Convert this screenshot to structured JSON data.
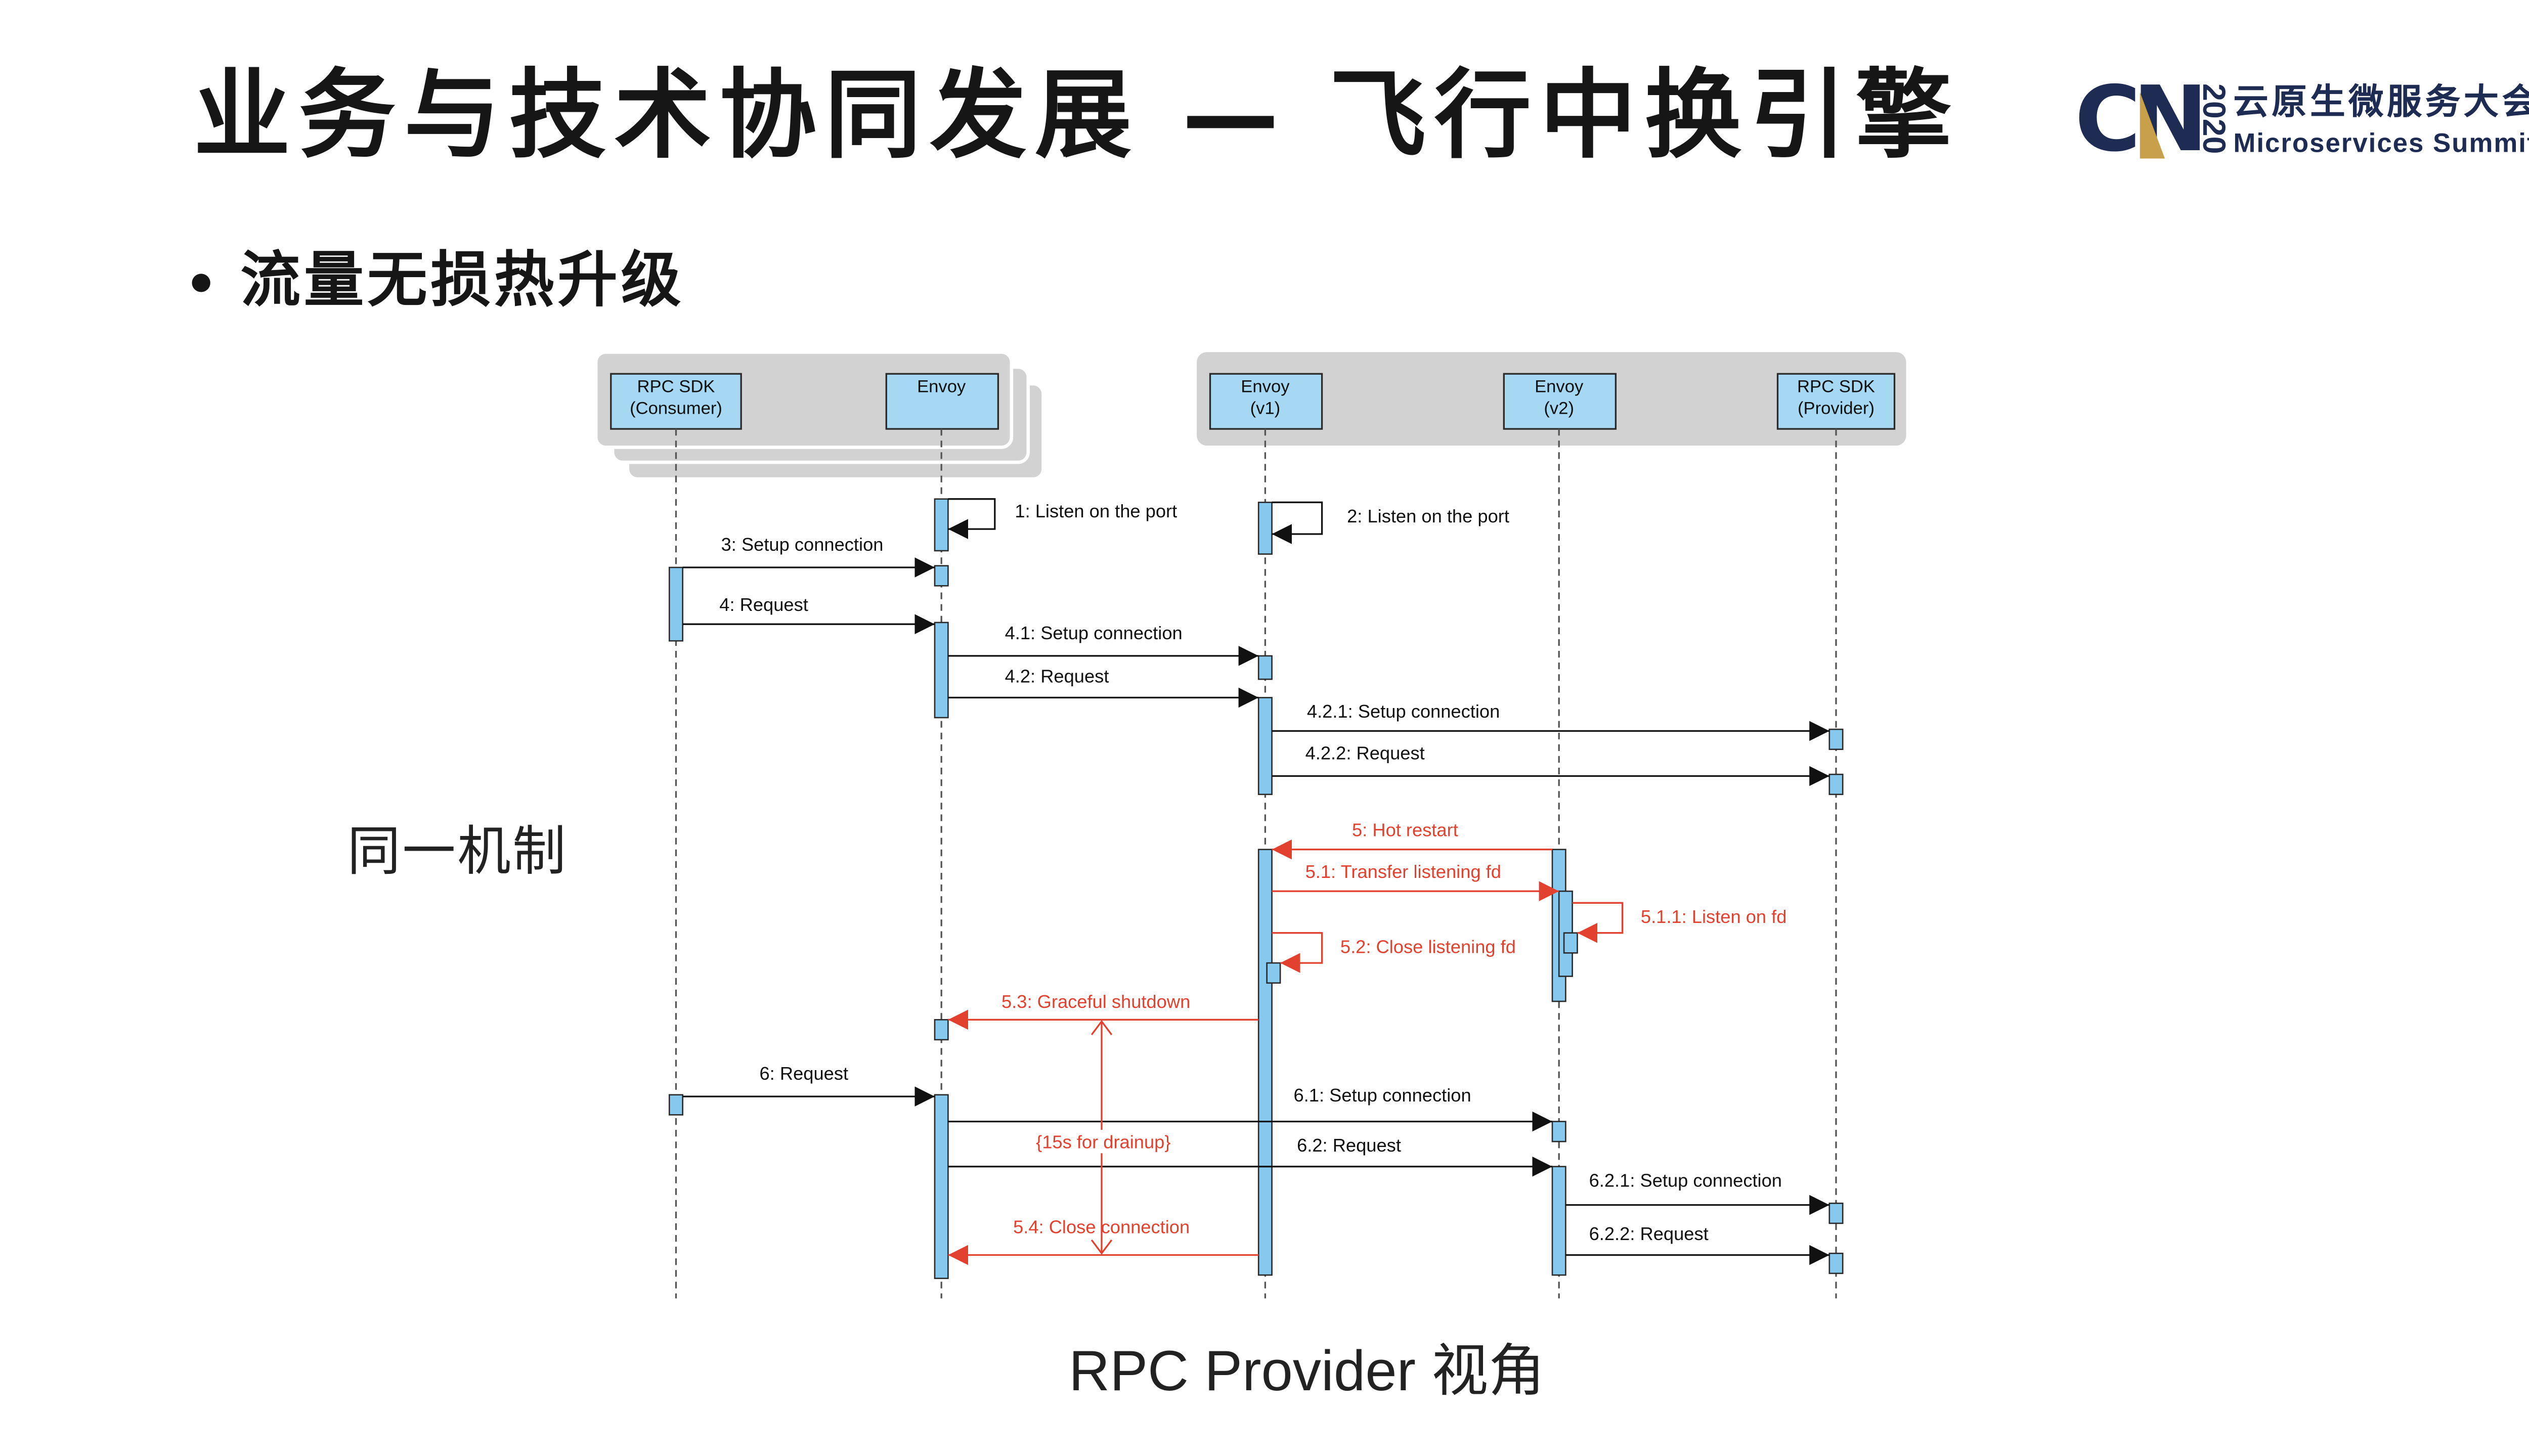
{
  "slide": {
    "title": "业务与技术协同发展 — 飞行中换引擎",
    "bullet": "流量无损热升级",
    "side_label": "同一机制",
    "caption": "RPC Provider 视角"
  },
  "logo": {
    "mark": "CN",
    "year": "2020",
    "name_cn": "云原生微服务大会",
    "name_en": "Microservices Summit"
  },
  "diagram": {
    "participants": [
      {
        "name": "RPC SDK",
        "qualifier": "(Consumer)"
      },
      {
        "name": "Envoy"
      },
      {
        "name": "Envoy",
        "qualifier": "(v1)"
      },
      {
        "name": "Envoy",
        "qualifier": "(v2)"
      },
      {
        "name": "RPC SDK",
        "qualifier": "(Provider)"
      }
    ],
    "messages": [
      {
        "label": "1: Listen on the port",
        "highlight": false
      },
      {
        "label": "2: Listen on the port",
        "highlight": false
      },
      {
        "label": "3: Setup connection",
        "highlight": false
      },
      {
        "label": "4: Request",
        "highlight": false
      },
      {
        "label": "4.1: Setup connection",
        "highlight": false
      },
      {
        "label": "4.2: Request",
        "highlight": false
      },
      {
        "label": "4.2.1: Setup connection",
        "highlight": false
      },
      {
        "label": "4.2.2: Request",
        "highlight": false
      },
      {
        "label": "5: Hot restart",
        "highlight": true
      },
      {
        "label": "5.1: Transfer listening fd",
        "highlight": true
      },
      {
        "label": "5.1.1: Listen on fd",
        "highlight": true
      },
      {
        "label": "5.2: Close listening fd",
        "highlight": true
      },
      {
        "label": "5.3: Graceful shutdown",
        "highlight": true
      },
      {
        "label": "6: Request",
        "highlight": false
      },
      {
        "label": "6.1: Setup connection",
        "highlight": false
      },
      {
        "label": "6.2: Request",
        "highlight": false
      },
      {
        "label": "6.2.1: Setup connection",
        "highlight": false
      },
      {
        "label": "6.2.2: Request",
        "highlight": false
      },
      {
        "label": "5.4: Close connection",
        "highlight": true
      }
    ],
    "annotation": "{15s for drainup}"
  },
  "colors": {
    "text": "#161616",
    "accent_red": "#e2412f",
    "participant_fill": "#a6d7f3",
    "activation_fill": "#86c8ee",
    "group_fill": "#d2d2d2",
    "logo_navy": "#1e2b52",
    "logo_gold": "#c8a04a"
  }
}
